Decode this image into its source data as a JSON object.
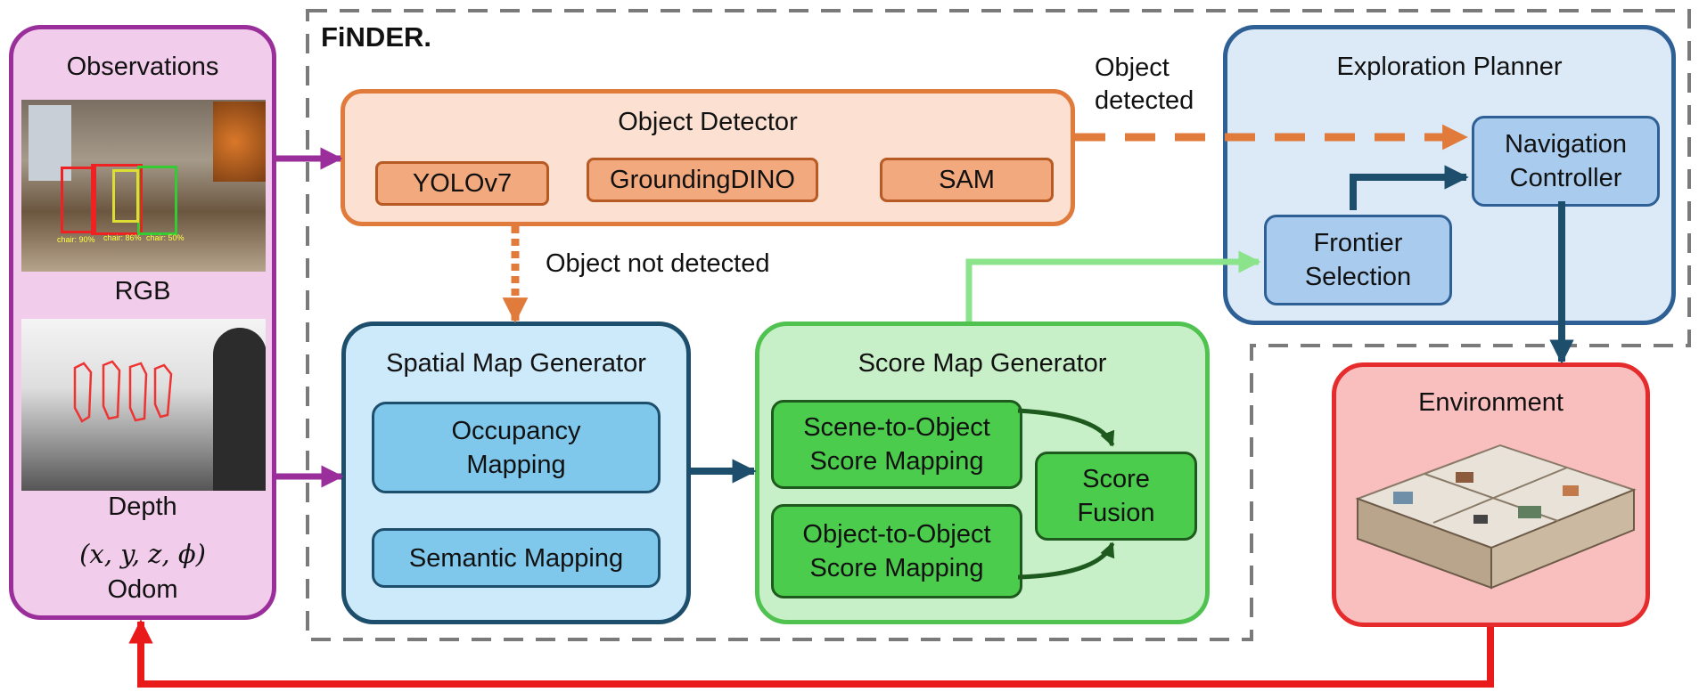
{
  "brand": "FiNDER.",
  "observations": {
    "title": "Observations",
    "rgb_label": "RGB",
    "depth_label": "Depth",
    "pose_formula": "(x, y, z, ϕ)",
    "odom_label": "Odom",
    "detections": [
      "chair: 90%",
      "chair: 86%",
      "chair: 50%"
    ]
  },
  "object_detector": {
    "title": "Object Detector",
    "models": [
      "YOLOv7",
      "GroundingDINO",
      "SAM"
    ]
  },
  "edges": {
    "object_detected": "Object\ndetected",
    "object_not_detected": "Object not detected"
  },
  "spatial_map": {
    "title": "Spatial Map Generator",
    "items": [
      "Occupancy\nMapping",
      "Semantic Mapping"
    ]
  },
  "score_map": {
    "title": "Score Map Generator",
    "items": [
      "Scene-to-Object\nScore Mapping",
      "Object-to-Object\nScore Mapping"
    ],
    "fusion": "Score\nFusion"
  },
  "exploration_planner": {
    "title": "Exploration Planner",
    "navigation_controller": "Navigation\nController",
    "frontier_selection": "Frontier\nSelection"
  },
  "environment": {
    "title": "Environment"
  },
  "colors": {
    "observations": "#F2CDEB",
    "observations_border": "#9A2E9A",
    "detector_fill": "#FCE1D2",
    "detector_border": "#E07B3C",
    "detector_chip": "#F3A97E",
    "spatial_fill": "#CDEAFA",
    "spatial_border": "#1D4E6B",
    "spatial_chip": "#7FC8EC",
    "score_fill": "#C8F0C8",
    "score_border": "#4FC24F",
    "score_chip": "#4CCC4C",
    "score_chip_border": "#1E5A1E",
    "planner_fill": "#DCE9F7",
    "planner_border": "#2E6096",
    "planner_chip": "#A9CBEE",
    "env_fill": "#F9BFBF",
    "env_border": "#E52B2B",
    "feedback": "#E81A1A",
    "frontier_arrow": "#8BE38B"
  }
}
